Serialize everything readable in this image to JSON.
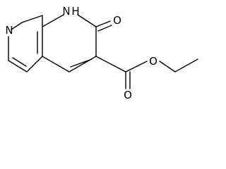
{
  "molecule": {
    "atoms": {
      "ring_nitrogen": "N",
      "nh_nitrogen": "N",
      "nh_hydrogen": "H",
      "ketone_oxygen": "O",
      "ester_carbonyl_oxygen": "O",
      "ester_ether_oxygen": "O"
    }
  }
}
